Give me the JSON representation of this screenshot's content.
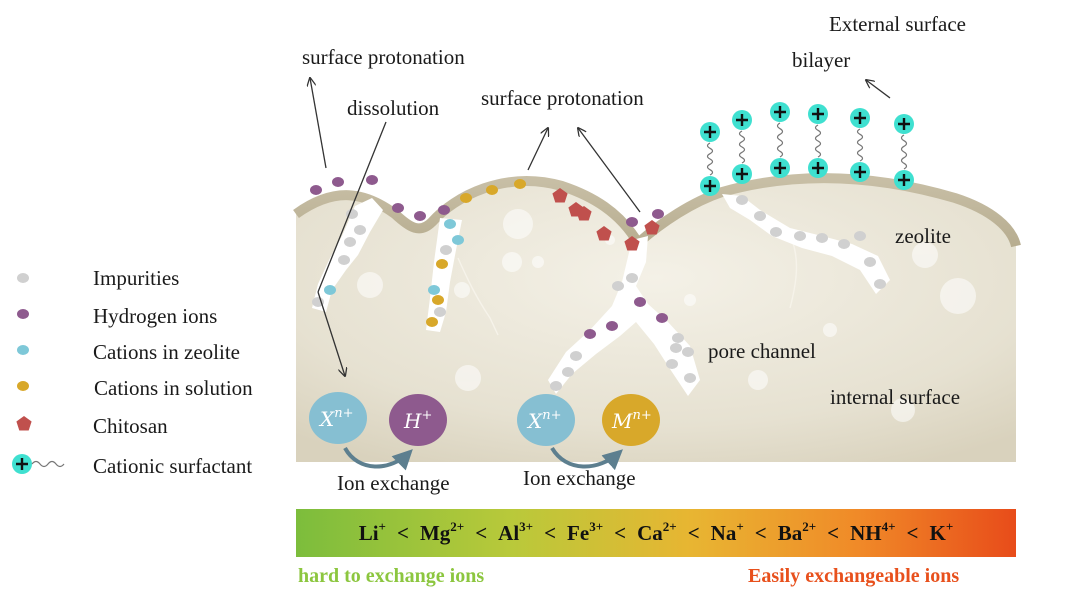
{
  "labels": {
    "external_surface": "External surface",
    "bilayer": "bilayer",
    "surface_protonation_left": "surface protonation",
    "surface_protonation_center": "surface protonation",
    "dissolution": "dissolution",
    "zeolite": "zeolite",
    "pore_channel": "pore channel",
    "internal_surface": "internal surface"
  },
  "legend": [
    {
      "key": "impurities",
      "label": "Impurities",
      "color": "#d0d0d0"
    },
    {
      "key": "hydrogen_ions",
      "label": "Hydrogen ions",
      "color": "#8e5a8e"
    },
    {
      "key": "cations_in_zeolite",
      "label": "Cations in zeolite",
      "color": "#7ec8d8"
    },
    {
      "key": "cations_in_solution",
      "label": "Cations in solution",
      "color": "#d8a82a"
    },
    {
      "key": "chitosan",
      "label": "Chitosan",
      "color": "#c0504d"
    },
    {
      "key": "cationic_surfactant",
      "label": "Cationic surfactant",
      "color": "#3fe0d0"
    }
  ],
  "exchanges": [
    {
      "label": "Ion exchange",
      "from_base": "X",
      "from_sup": "n+",
      "from_color": "#86bfd2",
      "to_base": "H",
      "to_sup": "+",
      "to_color": "#8e5a8e"
    },
    {
      "label": "Ion exchange",
      "from_base": "X",
      "from_sup": "n+",
      "from_color": "#86bfd2",
      "to_base": "M",
      "to_sup": "n+",
      "to_color": "#d8a82a"
    }
  ],
  "scale": {
    "series": [
      {
        "ion": "Li",
        "charge": "+"
      },
      {
        "ion": "Mg",
        "charge": "2+"
      },
      {
        "ion": "Al",
        "charge": "3+"
      },
      {
        "ion": "Fe",
        "charge": "3+"
      },
      {
        "ion": "Ca",
        "charge": "2+"
      },
      {
        "ion": "Na",
        "charge": "+"
      },
      {
        "ion": "Ba",
        "charge": "2+"
      },
      {
        "ion": "NH",
        "charge": "4+"
      },
      {
        "ion": "K",
        "charge": "+"
      }
    ],
    "separator": "<",
    "hard_label": "hard to exchange ions",
    "easy_label": "Easily exchangeable ions",
    "colors": {
      "start": "#7cbd3c",
      "end": "#e84c1a",
      "hard_text": "#8cc63f",
      "easy_text": "#e8501c"
    }
  },
  "colors": {
    "zeolite_body": "#e8e3d4",
    "zeolite_edge": "#c9c1a8",
    "pore": "#ffffff",
    "surfactant_head": "#3fe0d0",
    "chitosan": "#c0504d"
  }
}
